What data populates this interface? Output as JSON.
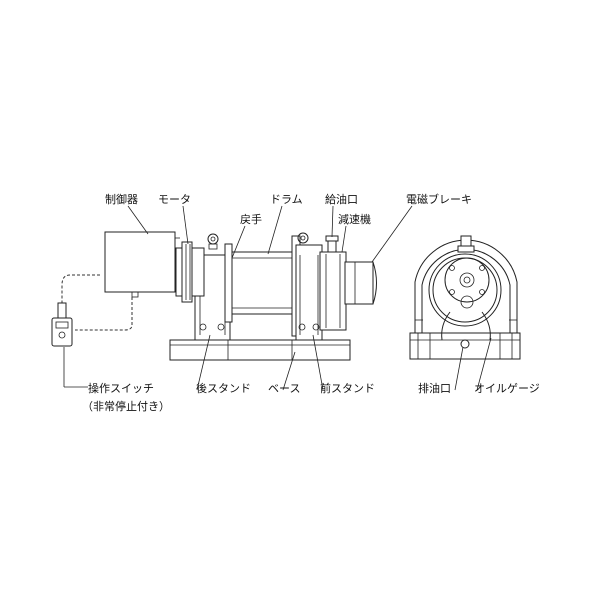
{
  "labels": {
    "controller": "制御器",
    "motor": "モータ",
    "drum": "ドラム",
    "oil_inlet": "給油口",
    "electromagnetic_brake": "電磁ブレーキ",
    "flange": "戻手",
    "reducer": "減速機",
    "operation_switch": "操作スイッチ",
    "operation_switch_note": "（非常停止付き）",
    "rear_stand": "後スタンド",
    "base": "ベース",
    "front_stand": "前スタンド",
    "oil_drain": "排油口",
    "oil_gauge": "オイルゲージ"
  }
}
